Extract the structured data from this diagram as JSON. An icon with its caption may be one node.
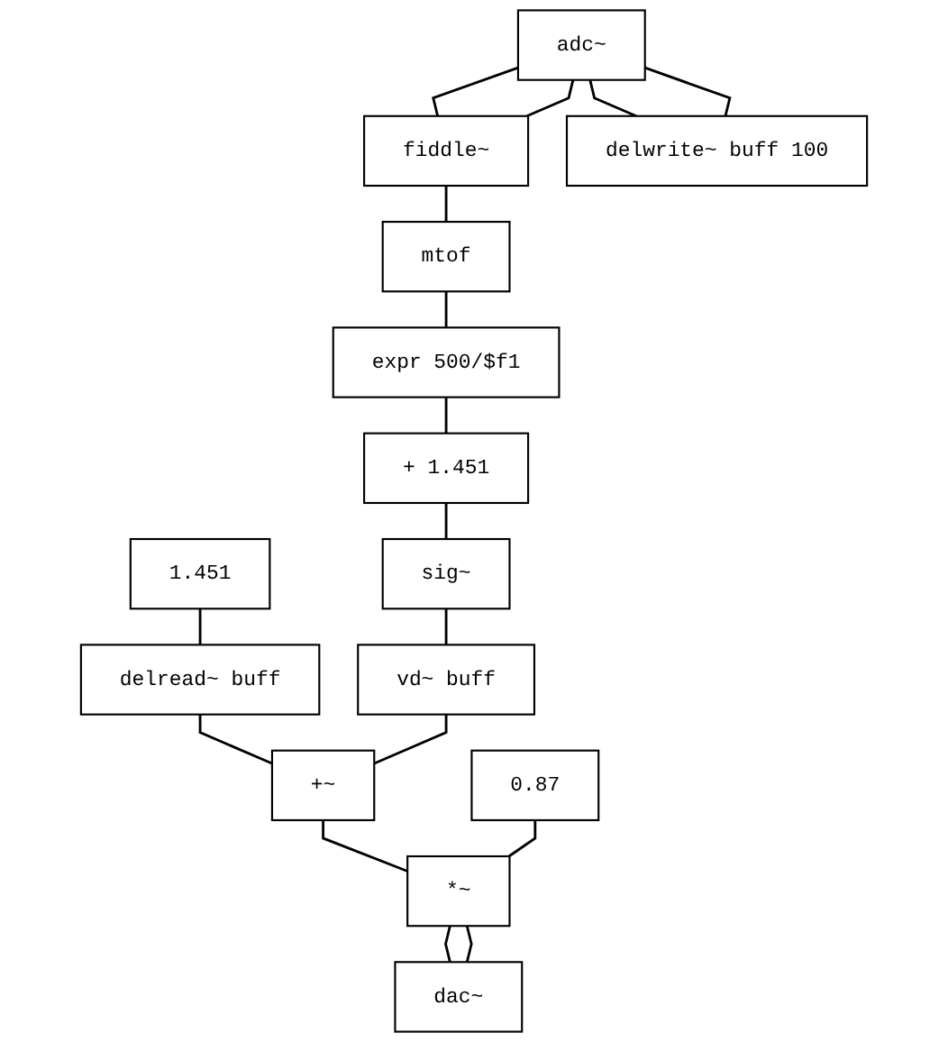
{
  "diagram": {
    "nodes": [
      {
        "text": [
          "adc~"
        ]
      },
      {
        "text": [
          "fiddle~"
        ]
      },
      {
        "text": [
          "delwrite~ buff 100"
        ]
      },
      {
        "text": [
          "mtof"
        ]
      },
      {
        "text": [
          "expr 500/$f1"
        ]
      },
      {
        "text": [
          "1.451"
        ]
      },
      {
        "text": [
          "+ 1.451"
        ]
      },
      {
        "text": [
          "delread~ buff"
        ]
      },
      {
        "text": [
          "sig~"
        ]
      },
      {
        "text": [
          "vd~ buff"
        ]
      },
      {
        "text": [
          "+~"
        ]
      },
      {
        "text": [
          "0.87"
        ]
      },
      {
        "text": [
          "*~"
        ]
      },
      {
        "text": [
          "dac~"
        ]
      }
    ],
    "edges": [
      {
        "from": 0,
        "to": 1,
        "arrow": "none"
      },
      {
        "from": 0,
        "to": 1,
        "arrow": "none"
      },
      {
        "from": 0,
        "to": 2,
        "arrow": "none"
      },
      {
        "from": 0,
        "to": 2,
        "arrow": "none"
      },
      {
        "from": 1,
        "to": 3,
        "arrow": "none"
      },
      {
        "from": 3,
        "to": 4,
        "arrow": "none"
      },
      {
        "from": 4,
        "to": 6,
        "arrow": "none"
      },
      {
        "from": 5,
        "to": 7,
        "arrow": "none"
      },
      {
        "from": 6,
        "to": 8,
        "arrow": "none"
      },
      {
        "from": 8,
        "to": 9,
        "arrow": "none"
      },
      {
        "from": 7,
        "to": 10,
        "arrow": "none"
      },
      {
        "from": 9,
        "to": 10,
        "arrow": "none"
      },
      {
        "from": 10,
        "to": 12,
        "arrow": "none"
      },
      {
        "from": 11,
        "to": 12,
        "arrow": "none"
      },
      {
        "from": 12,
        "to": 13,
        "arrow": "none"
      },
      {
        "from": 12,
        "to": 13,
        "arrow": "none"
      }
    ]
  }
}
